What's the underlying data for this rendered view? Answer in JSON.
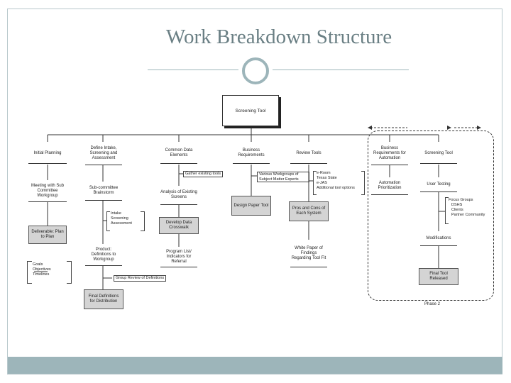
{
  "page": {
    "title": "Work Breakdown Structure"
  },
  "diagram": {
    "root": "Screening Tool",
    "columns": [
      {
        "head": "Initial Planning",
        "children": [
          "Meeting with Sub Committee Workgroup",
          "Deliverable: Plan to Plan"
        ],
        "notes": [
          "Goals",
          "Objectives",
          "Timelines"
        ]
      },
      {
        "head": "Define Intake, Screening and Assessment",
        "children": [
          "Sub-committee Brainstorm",
          "Product: Definitions to Workgroup",
          "Final Definitions for Distribution"
        ],
        "notes": [
          "Intake",
          "Screening",
          "Assessment",
          "Group Review of Definitions"
        ]
      },
      {
        "head": "Common Data Elements",
        "children": [
          "Analysis of Existing Screens",
          "Develop Data Crosswalk",
          "Program List/ Indicators for Referral"
        ],
        "notes": [
          "Gather existing tools"
        ]
      },
      {
        "head": "Business Requirements",
        "children": [
          "Design Paper Tool"
        ],
        "notes": [
          "Various Workgroups of Subject Matter Experts"
        ]
      },
      {
        "head": "Review Tools",
        "children": [
          "Pros and Cons of Each System",
          "White Paper of Findings Regarding Tool Fit"
        ],
        "notes": [
          "e-Room",
          "Texas State",
          "e-JAS",
          "Additional tool options"
        ]
      },
      {
        "head": "Business Requirements for Automation",
        "children": [
          "Automation Prioritization"
        ],
        "notes": []
      },
      {
        "head": "Screening Tool",
        "children": [
          "User Testing",
          "Modifications",
          "Final Tool Released"
        ],
        "notes": [
          "Focus Groups",
          "DSHS",
          "Clients",
          "Partner Community"
        ]
      }
    ],
    "phase_label": "Phase 2"
  }
}
